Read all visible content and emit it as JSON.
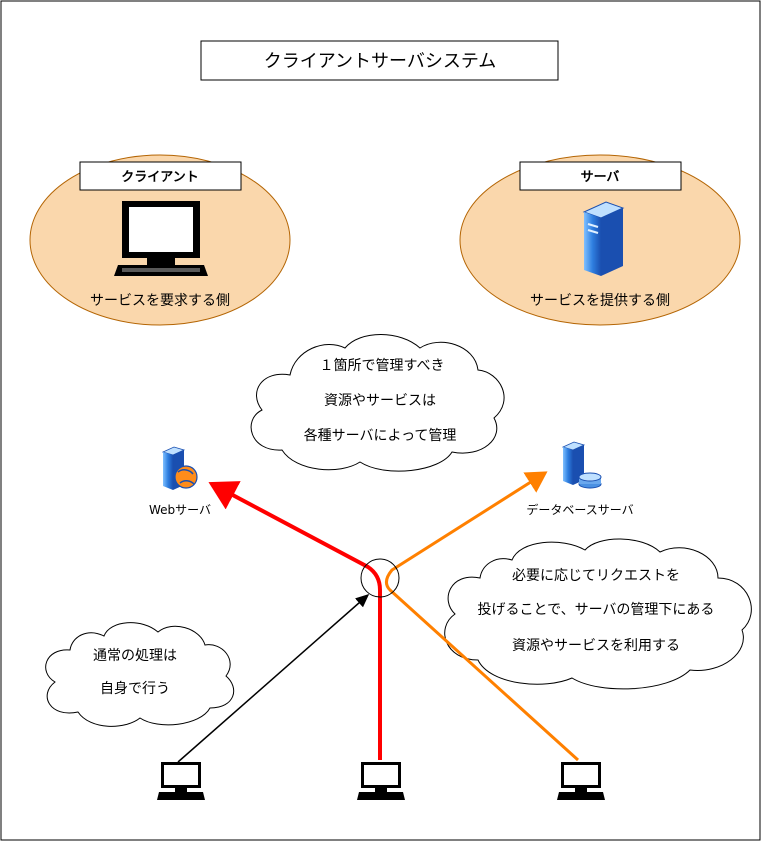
{
  "title": "クライアントサーバシステム",
  "client_group": {
    "header": "クライアント",
    "caption": "サービスを要求する側"
  },
  "server_group": {
    "header": "サーバ",
    "caption": "サービスを提供する側"
  },
  "cloud_top": {
    "lines": [
      "１箇所で管理すべき",
      "資源やサービスは",
      "各種サーバによって管理"
    ]
  },
  "cloud_right": {
    "lines": [
      "必要に応じてリクエストを",
      "投げることで、サーバの管理下にある",
      "資源やサービスを利用する"
    ]
  },
  "cloud_left": {
    "lines": [
      "通常の処理は",
      "自身で行う"
    ]
  },
  "web_server_label": "Webサーバ",
  "db_server_label": "データベースサーバ",
  "colors": {
    "bubble_fill": "#fad7ac",
    "bubble_stroke": "#b46504",
    "red_line": "#ff0000",
    "orange_line": "#ff8000",
    "server_blue": "#2f7fe0"
  }
}
